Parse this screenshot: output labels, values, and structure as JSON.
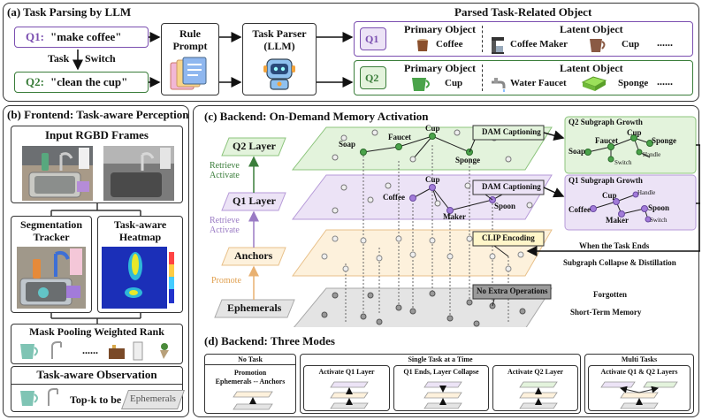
{
  "panel_a": {
    "title": "(a) Task Parsing by LLM",
    "q1_label": "Q1:",
    "q1_text": "\"make coffee\"",
    "q2_label": "Q2:",
    "q2_text": "\"clean the cup\"",
    "switch_left": "Task",
    "switch_right": "Switch",
    "rule_prompt": "Rule\nPrompt",
    "task_parser": "Task Parser\n(LLM)",
    "parsed_title": "Parsed Task-Related Object",
    "q1_tag": "Q1",
    "q2_tag": "Q2",
    "primary_object": "Primary Object",
    "latent_object": "Latent Object",
    "q1_primary": "Coffee",
    "q1_latent": [
      "Coffee Maker",
      "Cup",
      "......"
    ],
    "q2_primary": "Cup",
    "q2_latent": [
      "Water Faucet",
      "Sponge",
      "......"
    ]
  },
  "panel_b": {
    "title": "(b) Frontend: Task-aware Perception",
    "input_frames": "Input RGBD Frames",
    "seg_tracker": "Segmentation\nTracker",
    "heatmap": "Task-aware\nHeatmap",
    "mask_pool": "Mask Pooling Weighted Rank",
    "dots": "......",
    "observation": "Task-aware Observation",
    "topk": "Top-k to be",
    "ephemerals": "Ephemerals"
  },
  "panel_c": {
    "title": "(c) Backend: On-Demand Memory Activation",
    "layers": {
      "q2": "Q2 Layer",
      "q1": "Q1 Layer",
      "anchors": "Anchors",
      "ephemerals": "Ephemerals"
    },
    "retrieve_activate": "Retrieve\nActivate",
    "promote": "Promote",
    "dam_captioning": "DAM Captioning",
    "clip_encoding": "CLIP Encoding",
    "no_extra": "No Extra Operations",
    "forgotten": "Forgotten",
    "short_term": "Short-Term Memory",
    "q2_nodes": [
      "Soap",
      "Faucet",
      "Cup",
      "Sponge"
    ],
    "q1_nodes": [
      "Coffee",
      "Cup",
      "Maker",
      "Spoon"
    ],
    "q2_growth_title": "Q2 Subgraph Growth",
    "q2_growth_nodes": [
      "Faucet",
      "Cup",
      "Sponge",
      "Soap",
      "Handle",
      "Switch"
    ],
    "q1_growth_title": "Q1 Subgraph Growth",
    "q1_growth_nodes": [
      "Cup",
      "Handle",
      "Coffee",
      "Spoon",
      "Maker",
      "Switch"
    ],
    "task_ends": "When the Task Ends",
    "collapse": "Subgraph Collapse & Distillation"
  },
  "panel_d": {
    "title": "(d) Backend: Three Modes",
    "no_task": "No Task",
    "no_task_line1": "Promotion",
    "no_task_line2": "Ephemerals -- Anchors",
    "single_task": "Single Task at a Time",
    "activate_q1": "Activate Q1 Layer",
    "q1_ends": "Q1 Ends, Layer Collapse",
    "activate_q2": "Activate Q2 Layer",
    "multi_tasks": "Multi Tasks",
    "activate_both": "Activate Q1 & Q2 Layers"
  },
  "colors": {
    "green": "#3a7d3a",
    "green_fill": "#e3f3dc",
    "purple": "#7b4fb0",
    "purple_fill": "#ece3f6",
    "orange": "#e0a050",
    "orange_fill": "#fdf1dc",
    "gray_fill": "#e4e4e4",
    "yellow_fill": "#fff6c9"
  }
}
